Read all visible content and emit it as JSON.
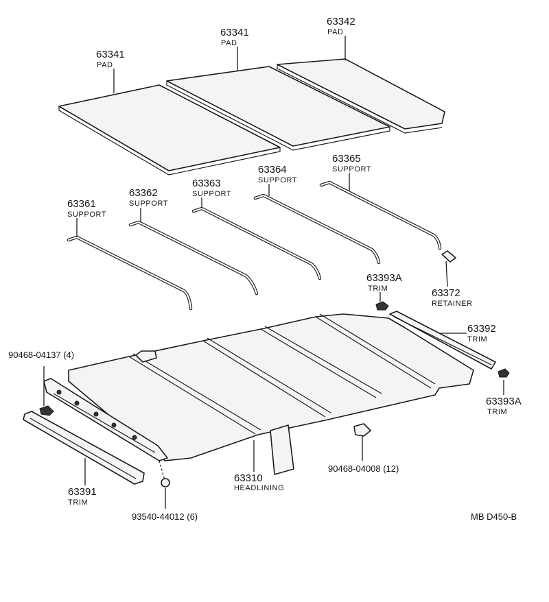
{
  "parts": {
    "pad_left": {
      "number": "63341",
      "name": "PAD"
    },
    "pad_center": {
      "number": "63341",
      "name": "PAD"
    },
    "pad_right": {
      "number": "63342",
      "name": "PAD"
    },
    "support_1": {
      "number": "63361",
      "name": "SUPPORT"
    },
    "support_2": {
      "number": "63362",
      "name": "SUPPORT"
    },
    "support_3": {
      "number": "63363",
      "name": "SUPPORT"
    },
    "support_4": {
      "number": "63364",
      "name": "SUPPORT"
    },
    "support_5": {
      "number": "63365",
      "name": "SUPPORT"
    },
    "retainer": {
      "number": "63372",
      "name": "RETAINER"
    },
    "trim_clip_upper": {
      "number": "63393A",
      "name": "TRIM"
    },
    "trim_clip_lower": {
      "number": "63393A",
      "name": "TRIM"
    },
    "trim_side": {
      "number": "63392",
      "name": "TRIM"
    },
    "trim_front": {
      "number": "63391",
      "name": "TRIM"
    },
    "headlining": {
      "number": "63310",
      "name": "HEADLINING"
    },
    "clip_front": {
      "code": "90468-04137 (4)"
    },
    "clip_rear": {
      "code": "90468-04008 (12)"
    },
    "screw": {
      "code": "93540-44012 (6)"
    }
  },
  "diagram_ref": "MB D450-B",
  "colors": {
    "line": "#1a1a1a",
    "paper": "#ffffff",
    "fill": "#f4f4f4"
  }
}
